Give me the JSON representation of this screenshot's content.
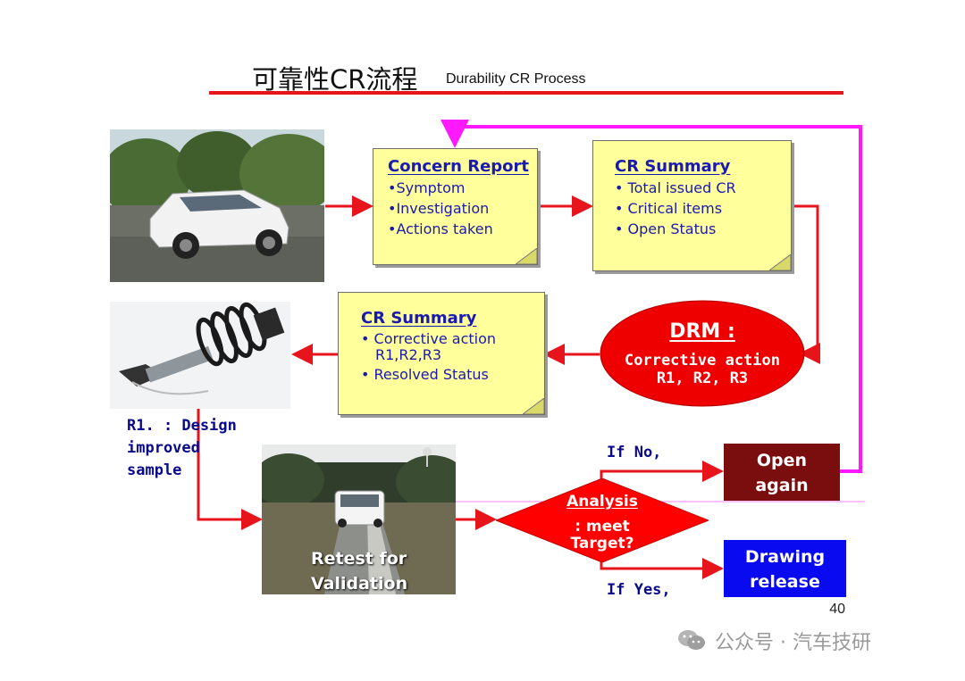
{
  "header": {
    "title_cn": "可靠性CR流程",
    "title_en": "Durability CR Process"
  },
  "concern_report": {
    "title": "Concern Report",
    "items": [
      "•Symptom",
      "•Investigation",
      "•Actions taken"
    ]
  },
  "cr_summary_top": {
    "title": "CR Summary",
    "items": [
      "• Total issued CR",
      "• Critical items",
      "• Open Status"
    ]
  },
  "drm": {
    "title": "DRM :",
    "line1": "Corrective action",
    "line2": "R1, R2, R3"
  },
  "cr_summary_mid": {
    "title": "CR Summary",
    "item1_line1": "• Corrective action",
    "item1_line2": "R1,R2,R3",
    "item2": "• Resolved Status"
  },
  "r1_text": {
    "line1": "R1. : Design",
    "line2": "improved",
    "line3": "sample"
  },
  "retest": {
    "line1": "Retest for",
    "line2": "Validation"
  },
  "analysis": {
    "title": "Analysis",
    "line2": ": meet",
    "line3": "Target?"
  },
  "branches": {
    "no_label": "If No,",
    "yes_label": "If Yes,"
  },
  "open_again": {
    "line1": "Open",
    "line2": "again"
  },
  "drawing_release": {
    "line1": "Drawing",
    "line2": "release"
  },
  "page_number": "40",
  "watermark": "公众号 · 汽车技研",
  "colors": {
    "flow_arrow": "#e8141b",
    "loop_arrow": "#ff19ff",
    "note_fill": "#ffff9c",
    "note_text": "#1a1ab0",
    "drm_fill": "#ee0000",
    "open_again_fill": "#7a0e0e",
    "drawing_release_fill": "#0a0af0"
  }
}
